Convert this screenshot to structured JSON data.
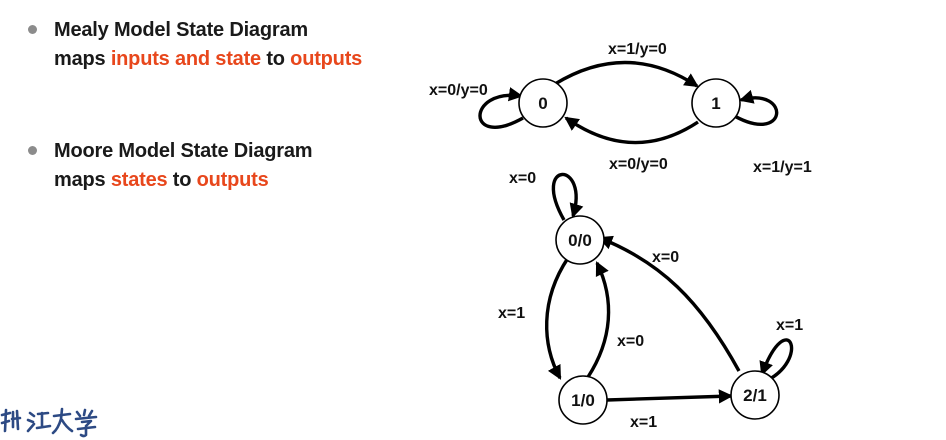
{
  "bullets": [
    {
      "line1": "Mealy Model State Diagram",
      "line2_a": "maps ",
      "line2_hl1": "inputs and state",
      "line2_b": " to ",
      "line2_hl2": "outputs"
    },
    {
      "line1": "Moore Model State Diagram",
      "line2_a": "maps ",
      "line2_hl1": "states",
      "line2_b": " to ",
      "line2_hl2": "outputs"
    }
  ],
  "mealy": {
    "states": [
      "0",
      "1"
    ],
    "edges": {
      "s0_self": "x=0/y=0",
      "s0_to_s1": "x=1/y=0",
      "s1_to_s0": "x=0/y=0",
      "s1_self": "x=1/y=1"
    }
  },
  "moore": {
    "states": [
      "0/0",
      "1/0",
      "2/1"
    ],
    "edges": {
      "s0_self": "x=0",
      "s0_to_s1": "x=1",
      "s1_to_s0": "x=0",
      "s1_to_s2": "x=1",
      "s2_to_s0": "x=0",
      "s2_self": "x=1"
    }
  },
  "logo": {
    "text": "浙江大學"
  },
  "colors": {
    "highlight": "#e8471c",
    "bullet": "#8c8c8c"
  }
}
